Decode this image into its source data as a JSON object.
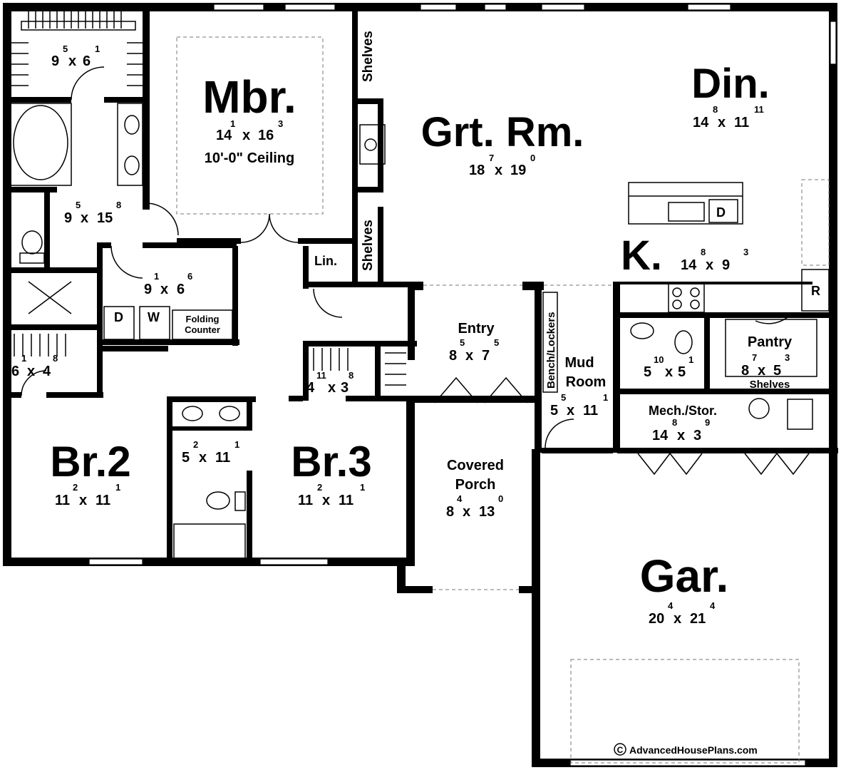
{
  "rooms": {
    "wic1": {
      "name": "",
      "dim_a": "9",
      "sup_a": "5",
      "dim_b": "6",
      "sup_b": "1"
    },
    "mbr": {
      "name": "Mbr.",
      "dim_a": "14",
      "sup_a": "1",
      "dim_b": "16",
      "sup_b": "3",
      "note": "10'-0\" Ceiling"
    },
    "grt": {
      "name": "Grt. Rm.",
      "dim_a": "18",
      "sup_a": "7",
      "dim_b": "19",
      "sup_b": "0"
    },
    "din": {
      "name": "Din.",
      "dim_a": "14",
      "sup_a": "8",
      "dim_b": "11",
      "sup_b": "11"
    },
    "bath1": {
      "dim_a": "9",
      "sup_a": "5",
      "dim_b": "15",
      "sup_b": "8"
    },
    "laundry": {
      "dim_a": "9",
      "sup_a": "1",
      "dim_b": "6",
      "sup_b": "6",
      "dryer": "D",
      "washer": "W",
      "counter_1": "Folding",
      "counter_2": "Counter"
    },
    "kitchen": {
      "name": "K.",
      "dim_a": "14",
      "sup_a": "8",
      "dim_b": "9",
      "sup_b": "3",
      "dishwasher": "D",
      "fridge": "R"
    },
    "closet_br2": {
      "dim_a": "6",
      "sup_a": "1",
      "dim_b": "4",
      "sup_b": "8"
    },
    "closet_br3": {
      "dim_a": "4",
      "sup_a": "11",
      "dim_b": "3",
      "sup_b": "8"
    },
    "entry": {
      "name": "Entry",
      "dim_a": "8",
      "sup_a": "5",
      "dim_b": "7",
      "sup_b": "5"
    },
    "mud": {
      "name_1": "Mud",
      "name_2": "Room",
      "dim_a": "5",
      "sup_a": "5",
      "dim_b": "11",
      "sup_b": "1",
      "bench": "Bench/Lockers"
    },
    "powder": {
      "dim_a": "5",
      "sup_a": "10",
      "dim_b": "5",
      "sup_b": "1"
    },
    "pantry": {
      "name": "Pantry",
      "dim_a": "8",
      "sup_a": "7",
      "dim_b": "5",
      "sup_b": "3",
      "shelves": "Shelves"
    },
    "mech": {
      "name": "Mech./Stor.",
      "dim_a": "14",
      "sup_a": "8",
      "dim_b": "3",
      "sup_b": "9"
    },
    "br2": {
      "name": "Br.2",
      "dim_a": "11",
      "sup_a": "2",
      "dim_b": "11",
      "sup_b": "1"
    },
    "bath2": {
      "dim_a": "5",
      "sup_a": "2",
      "dim_b": "11",
      "sup_b": "1"
    },
    "br3": {
      "name": "Br.3",
      "dim_a": "11",
      "sup_a": "2",
      "dim_b": "11",
      "sup_b": "1"
    },
    "porch": {
      "name_1": "Covered",
      "name_2": "Porch",
      "dim_a": "8",
      "sup_a": "4",
      "dim_b": "13",
      "sup_b": "0"
    },
    "gar": {
      "name": "Gar.",
      "dim_a": "20",
      "sup_a": "4",
      "dim_b": "21",
      "sup_b": "4"
    }
  },
  "labels": {
    "shelves_top": "Shelves",
    "shelves_bottom": "Shelves",
    "linen": "Lin.",
    "times": "x"
  },
  "credit": {
    "symbol": "C",
    "text": "AdvancedHousePlans.com"
  }
}
